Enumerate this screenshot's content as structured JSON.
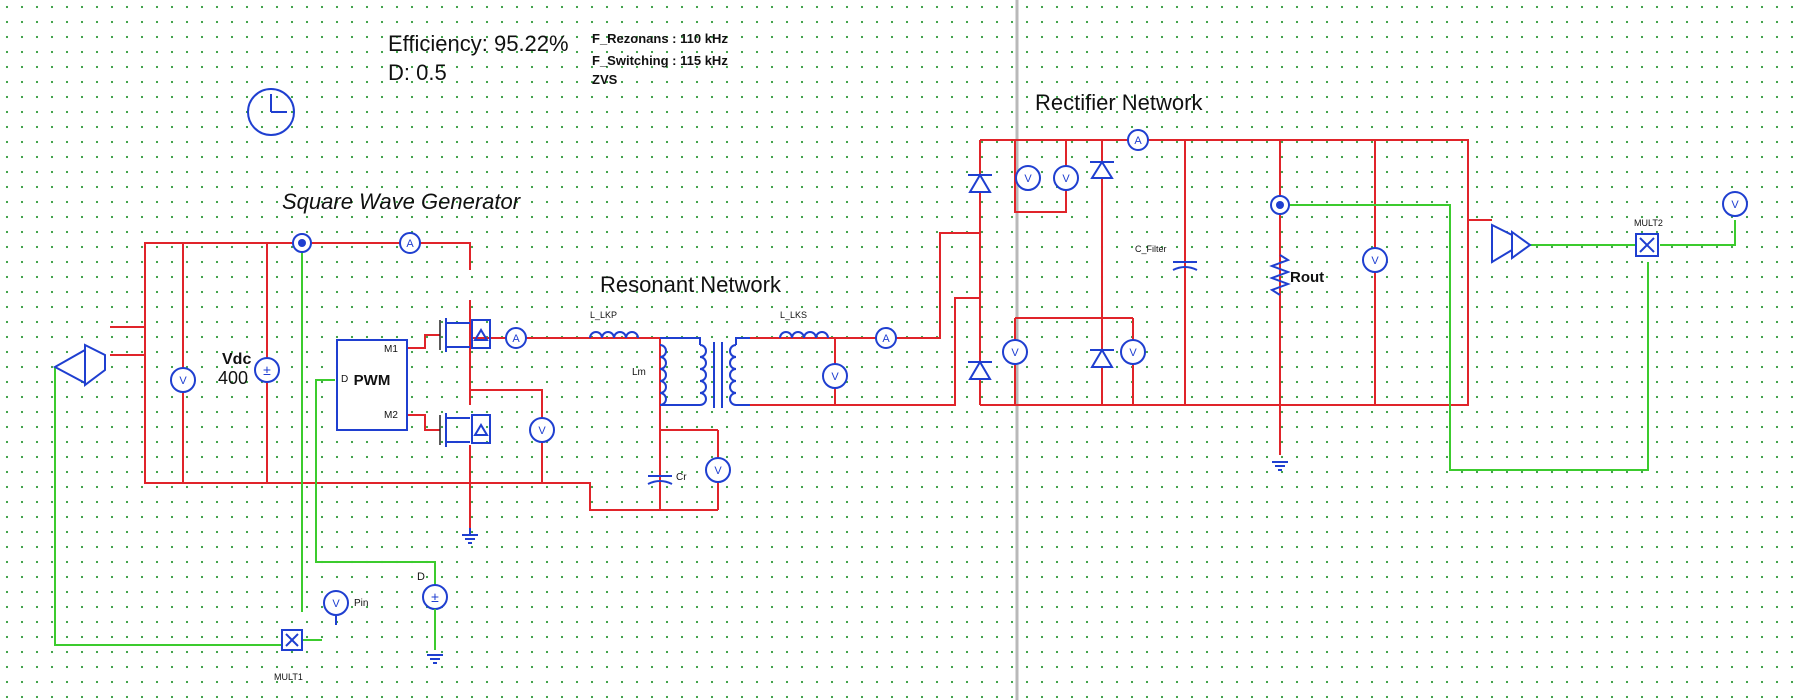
{
  "header": {
    "efficiency": "Efficiency: 95.22%",
    "duty": "D: 0.5",
    "f_res": "F_Rezonans : 110 kHz",
    "f_sw": "F_Switching : 115 kHz",
    "zvs": "ZVS"
  },
  "sections": {
    "square_wave": "Square Wave Generator",
    "resonant": "Resonant Network",
    "rectifier": "Rectifier Network"
  },
  "components": {
    "vdc_name": "Vdc",
    "vdc_value": "400",
    "pwm": "PWM",
    "pwm_m1": "M1",
    "pwm_m2": "M2",
    "pwm_d": "D",
    "l_lkp": "L_LKP",
    "l_lks": "L_LKS",
    "lm": "Lm",
    "cr": "Cr",
    "c_filter": "C_Filter",
    "rout": "Rout",
    "mult1": "MULT1",
    "mult2": "MULT2",
    "pin": "Pin",
    "d_source": "D"
  },
  "meters": {
    "ammeter": "A",
    "voltmeter": "V"
  },
  "colors": {
    "power_wire": "#e0242a",
    "signal_wire": "#3ccb2e",
    "component": "#1f3fd0",
    "grid_dot": "#2f9a3a"
  },
  "icons": {
    "clock": "clock-icon"
  }
}
